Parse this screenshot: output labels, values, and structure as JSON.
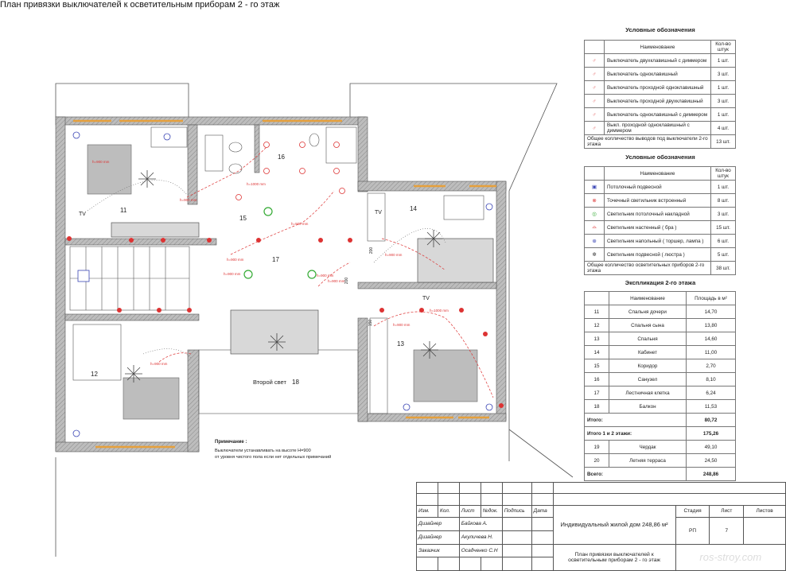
{
  "title": "План привязки выключателей к осветительным приборам 2 - го этаж",
  "switches": {
    "heading": "Условные обозначения",
    "col_name": "Наименование",
    "col_qty": "Кол-во штук",
    "rows": [
      {
        "name": "Выключатель двухклавишный с диммером",
        "qty": "1 шт."
      },
      {
        "name": "Выключатель одноклавишный",
        "qty": "3 шт."
      },
      {
        "name": "Выключатель проходной одноклавишный",
        "qty": "1 шт."
      },
      {
        "name": "Выключатель проходной двухклавишный",
        "qty": "3 шт."
      },
      {
        "name": "Выключатель одноклавишный с диммером",
        "qty": "1 шт."
      },
      {
        "name": "Выкл. проходной одноклавишный с диммером",
        "qty": "4 шт."
      }
    ],
    "total_label": "Общее колличество выводов под выключатели 2-го этажа",
    "total_qty": "13 шт."
  },
  "lights": {
    "heading": "Условные обозначения",
    "col_name": "Наименование",
    "col_qty": "Кол-во штук",
    "rows": [
      {
        "name": "Потолочный подвесной",
        "qty": "1 шт."
      },
      {
        "name": "Точечный светильник встроенный",
        "qty": "8 шт."
      },
      {
        "name": "Светильник потолочный накладной",
        "qty": "3 шт."
      },
      {
        "name": "Светильник настенный ( бра )",
        "qty": "15 шт."
      },
      {
        "name": "Светильник напольный ( торшер, лампа )",
        "qty": "6 шт."
      },
      {
        "name": "Светильник подвесной ( люстра )",
        "qty": "5 шт."
      }
    ],
    "total_label": "Общее колличество осветительных приборов 2-го этажа",
    "total_qty": "38 шт."
  },
  "explication": {
    "heading": "Экспликация 2-го этажа",
    "col_name": "Наименование",
    "col_area": "Площадь в м²",
    "rows": [
      {
        "n": "11",
        "name": "Спальня дочери",
        "area": "14,70"
      },
      {
        "n": "12",
        "name": "Спальня сына",
        "area": "13,80"
      },
      {
        "n": "13",
        "name": "Спальня",
        "area": "14,60"
      },
      {
        "n": "14",
        "name": "Кабинет",
        "area": "11,00"
      },
      {
        "n": "15",
        "name": "Коридор",
        "area": "2,70"
      },
      {
        "n": "16",
        "name": "Санузел",
        "area": "8,10"
      },
      {
        "n": "17",
        "name": "Лестничная клетка",
        "area": "6,24"
      },
      {
        "n": "18",
        "name": "Балкон",
        "area": "11,53"
      }
    ],
    "total1_label": "Итого:",
    "total1": "80,72",
    "total2_label": "Итого 1 и 2 этажи:",
    "total2": "175,26",
    "extra": [
      {
        "n": "19",
        "name": "Чердак",
        "area": "49,10"
      },
      {
        "n": "20",
        "name": "Летняя терраса",
        "area": "24,50"
      }
    ],
    "total3_label": "Всего:",
    "total3": "248,86"
  },
  "plan": {
    "rooms": [
      "11",
      "12",
      "13",
      "14",
      "15",
      "16",
      "17",
      "18"
    ],
    "second_light": "Второй свет",
    "tv": "TV",
    "heights": [
      "h=900 mm",
      "h=1000 mm",
      "h=900 mm",
      "h=900 mm",
      "h=900 mm",
      "h=900 mm",
      "h=900 mm",
      "h=900 mm",
      "h=1000 mm",
      "h=900 mm",
      "h=900 mm",
      "h=900 mm"
    ],
    "dims": [
      "200",
      "200",
      "150"
    ]
  },
  "note": {
    "heading": "Примечание :",
    "line1": "Выключатели устанавливать на высоте Н=900",
    "line2": "от уровня чистого пола если нет отдельных примечаний"
  },
  "stamp": {
    "headers": [
      "Изм.",
      "Кол.",
      "Лист",
      "№док.",
      "Подпись",
      "Дата"
    ],
    "people": [
      {
        "role": "Дизайнер",
        "name": "Байкова А."
      },
      {
        "role": "Дизайнер",
        "name": "Акуличева Н."
      },
      {
        "role": "Заказчик",
        "name": "Осадченко С.Н"
      }
    ],
    "project": "Индивидуальный жилой дом 248,86 м²",
    "stage_h": "Стадия",
    "sheet_h": "Лист",
    "sheets_h": "Листов",
    "stage": "РП",
    "sheet": "7",
    "sheets": "",
    "drawing": "План привязки выключателей к осветительным приборам 2 - го этаж",
    "watermark": "ros-stroy.com"
  }
}
